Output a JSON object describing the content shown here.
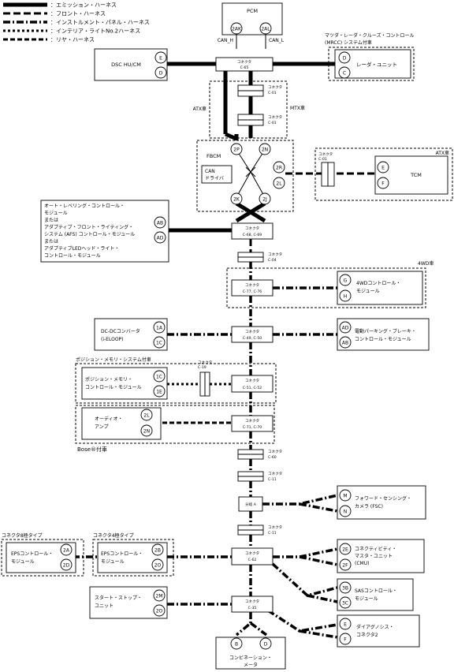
{
  "legend": [
    {
      "label": "：エミッション・ハーネス",
      "style": "emi"
    },
    {
      "label": "：フロント・ハーネス",
      "style": "front"
    },
    {
      "label": "：インストルメント・パネル・ハーネス",
      "style": "inst"
    },
    {
      "label": "：インテリア・ライトNo.2ハーネス",
      "style": "int"
    },
    {
      "label": "：リヤ・ハーネス",
      "style": "rear"
    }
  ],
  "modules": {
    "pcm": "PCM",
    "can_h": "CAN_H",
    "can_l": "CAN_L",
    "dsc": "DSC HU/CM",
    "mrcc_note_1": "マツダ・レーダ・クルーズ・コントロール",
    "mrcc_note_2": "(MRCC) システム付車",
    "radar": "レーダ・ユニット",
    "atx_left": "ATX車",
    "mtx": "MTX車",
    "fbcm": "FBCM",
    "can_driver_1": "CAN",
    "can_driver_2": "ドライバ",
    "atx_right": "ATX車",
    "tcm": "TCM",
    "als_1": "オート・レベリング・コントロール・",
    "als_2": "モジュール",
    "als_3": "または",
    "als_4": "アダプティブ・フロント・ライティング・",
    "als_5": "システム (AFS) コントロール・モジュール",
    "als_6": "または",
    "als_7": "アダプティブLEDヘッド・ライト・",
    "als_8": "コントロール・モジュール",
    "wd_note": "4WD車",
    "awd_1": "4WDコントロール・",
    "awd_2": "モジュール",
    "dcdc_1": "DC-DCコンバータ",
    "dcdc_2": "(i-ELOOP)",
    "epb_1": "電動パーキング・ブレーキ・",
    "epb_2": "コントロール・モジュール",
    "memory_note": "ポジション・メモリ・システム付車",
    "memory_1": "ポジション・メモリ・",
    "memory_2": "コントロール・モジュール",
    "audio_1": "オーディオ・",
    "audio_2": "アンプ",
    "bose": "Bose®付車",
    "splice": "分岐 A",
    "fsc_1": "フォワード・センシング・",
    "fsc_2": "カメラ (FSC)",
    "eps8_note": "コネクタ8極タイプ",
    "eps4_note": "コネクタ4極タイプ",
    "eps8_1": "EPSコントロール・",
    "eps8_2": "モジュール",
    "eps4_1": "EPSコントロール・",
    "eps4_2": "モジュール",
    "cmu_1": "コネクティビティ・",
    "cmu_2": "マスタ・ユニット",
    "cmu_3": "(CMU)",
    "sas_1": "SASコントロール・",
    "sas_2": "モジュール",
    "stst_1": "スタート・ストップ・",
    "stst_2": "ユニット",
    "diag_1": "ダイアグノシス・",
    "diag_2": "コネクタ2",
    "combi_1": "コンビネーション・",
    "combi_2": "メータ"
  },
  "connectors": {
    "c65": [
      "コネクタ",
      "C-65"
    ],
    "c01a": [
      "コネクタ",
      "C-01"
    ],
    "c01b": [
      "コネクタ",
      "C-01"
    ],
    "c01tcm": [
      "コネクタ",
      "C-01"
    ],
    "c68": [
      "コネクタ",
      "C-68, C-69"
    ],
    "c04": [
      "コネクタ",
      "C-04"
    ],
    "c77": [
      "コネクタ",
      "C-77, C-76"
    ],
    "c49": [
      "コネクタ",
      "C-49, C-50"
    ],
    "c19": [
      "コネクタ",
      "C-19"
    ],
    "c51": [
      "コネクタ",
      "C-51, C-52"
    ],
    "c71": [
      "コネクタ",
      "C-71, C-70"
    ],
    "c60": [
      "コネクタ",
      "C-60"
    ],
    "c11a": [
      "コネクタ",
      "C-11"
    ],
    "c11b": [
      "コネクタ",
      "C-11"
    ],
    "c62": [
      "コネクタ",
      "C-62"
    ],
    "c35": [
      "コネクタ",
      "C-35"
    ]
  },
  "pins": {
    "pcm_h": "2AK",
    "pcm_l": "2AL",
    "dsc_a": "E",
    "dsc_b": "D",
    "radar_a": "D",
    "radar_b": "C",
    "fbcm_2p": "2P",
    "fbcm_2n": "2N",
    "fbcm_2r": "2R",
    "fbcm_2l": "2L",
    "fbcm_2k": "2K",
    "fbcm_2j": "2J",
    "tcm_a": "E",
    "tcm_b": "F",
    "als_a": "AB",
    "als_b": "AD",
    "awd_a": "G",
    "awd_b": "H",
    "dcdc_a": "1A",
    "dcdc_b": "1C",
    "epb_a": "AD",
    "epb_b": "AB",
    "mem_a": "1C",
    "mem_b": "1E",
    "aud_a": "2L",
    "aud_b": "2N",
    "fsc_a": "M",
    "fsc_b": "N",
    "eps8_a": "2A",
    "eps8_b": "2D",
    "eps4_a": "2B",
    "eps4_b": "2O",
    "cmu_a": "2E",
    "cmu_b": "2F",
    "sas_a": "3B",
    "sas_b": "3C",
    "st_a": "2M",
    "st_b": "2O",
    "diag_a": "E",
    "diag_b": "F",
    "combi_a": "B",
    "combi_b": "D"
  }
}
